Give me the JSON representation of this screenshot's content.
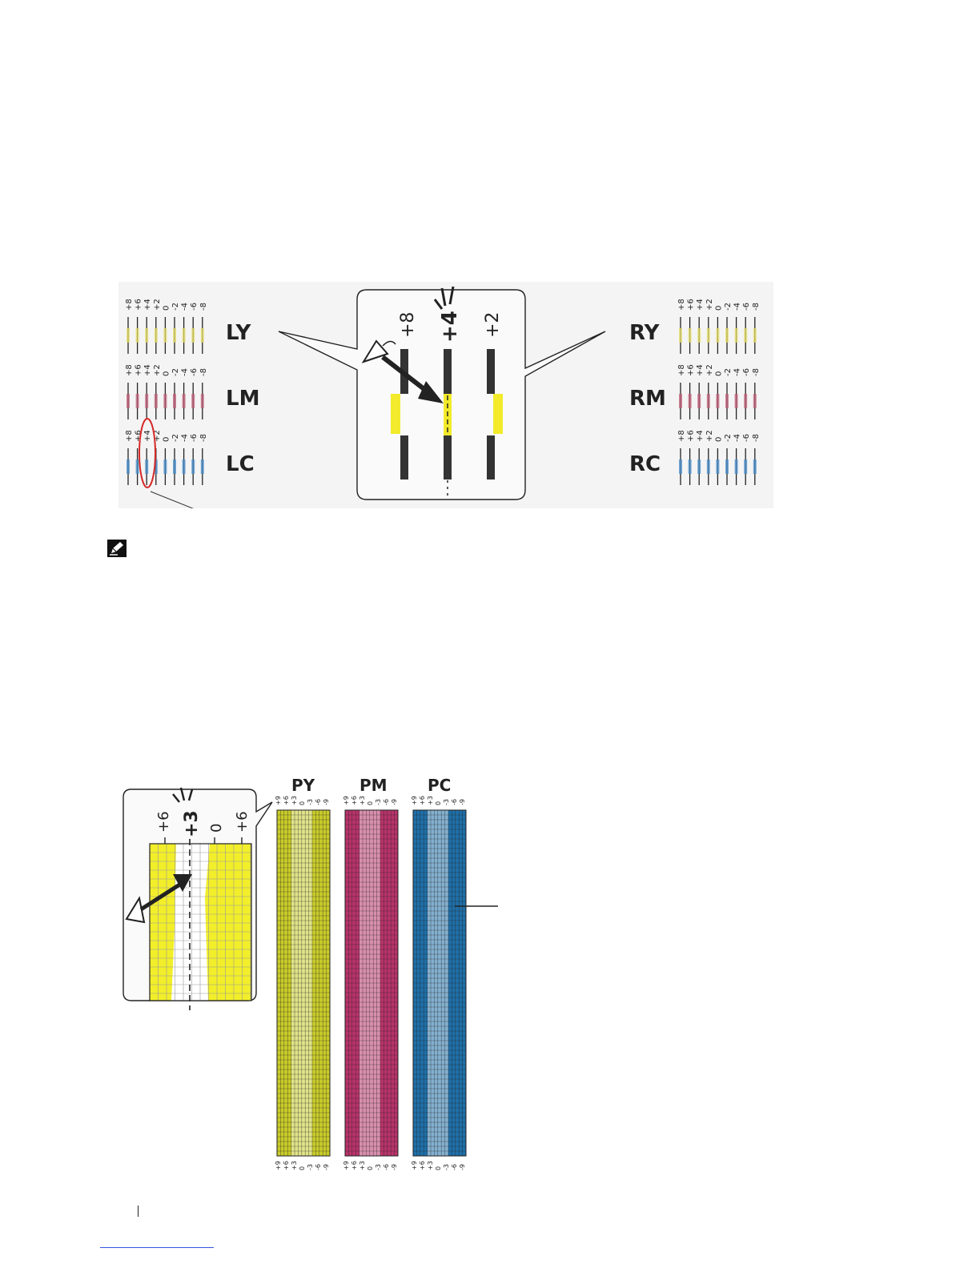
{
  "lateral_chart": {
    "left_rows": [
      "LY",
      "LM",
      "LC"
    ],
    "right_rows": [
      "RY",
      "RM",
      "RC"
    ],
    "scale": [
      "+8",
      "+6",
      "+4",
      "+2",
      "0",
      "-2",
      "-4",
      "-6",
      "-8"
    ],
    "row_colors": {
      "Y": "#e8e06a",
      "M": "#c2607a",
      "C": "#4a8fcc"
    },
    "circled_value": "+4",
    "zoom_labels": [
      "+8",
      "+4",
      "+2"
    ],
    "zoom_selected": "+4",
    "highlight_color": "#f2ea2a"
  },
  "process_chart": {
    "strips": [
      {
        "label": "PY",
        "color": "#c9cc2a"
      },
      {
        "label": "PM",
        "color": "#b8336a"
      },
      {
        "label": "PC",
        "color": "#1f6fa8"
      }
    ],
    "scale": [
      "+9",
      "+6",
      "+3",
      "0",
      "-3",
      "-6",
      "-9"
    ],
    "zoom_labels": [
      "+6",
      "+3",
      "0",
      "+6"
    ],
    "zoom_selected": "+3",
    "zoom_color": "#f2ee2a"
  }
}
